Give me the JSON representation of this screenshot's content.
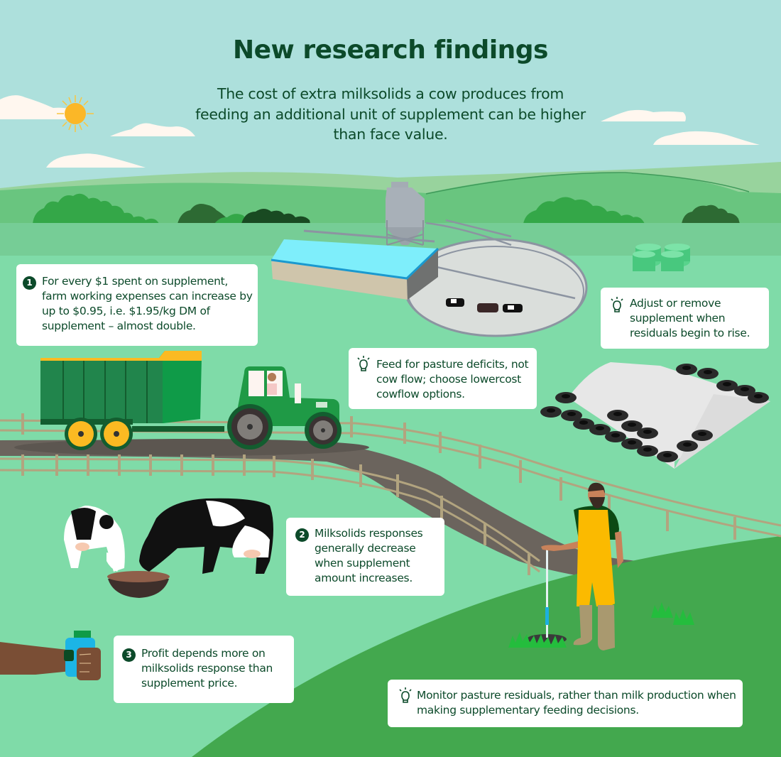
{
  "header": {
    "title": "New research findings",
    "subtitle": "The cost of extra milksolids a cow produces from feeding an additional unit of supplement can be higher than face value."
  },
  "findings": [
    {
      "number": "1",
      "icon": "numbered-badge",
      "text": "For every $1 spent on supplement, farm working expenses can increase by up to $0.95, i.e. $1.95/kg DM of supplement – almost double."
    },
    {
      "number": "2",
      "icon": "numbered-badge",
      "text": "Milksolids responses generally decrease when supplement amount increases."
    },
    {
      "number": "3",
      "icon": "numbered-badge",
      "text": "Profit depends more on milksolids response than supplement price."
    }
  ],
  "tips": [
    {
      "icon": "lightbulb-icon",
      "text": "Feed for pasture deficits, not cow flow; choose lowercost cowflow options."
    },
    {
      "icon": "lightbulb-icon",
      "text": "Adjust or remove supplement when residuals begin to rise."
    },
    {
      "icon": "lightbulb-icon",
      "text": "Monitor pasture residuals, rather than milk production when making supplementary feeding decisions."
    }
  ],
  "colors": {
    "sky": "#ade0dc",
    "text": "#0c4a2a",
    "pasture_light": "#7fdba8",
    "pasture_dark": "#43a84e",
    "road": "#6b645d",
    "tractor": "#1f9a46",
    "accent_yellow": "#fbba22"
  },
  "illustrations": [
    "sun",
    "clouds",
    "hills",
    "trees",
    "silo",
    "feed-pad-shed",
    "rotary-yard",
    "cows-walking",
    "silage-bales",
    "tractor-with-feed-wagon",
    "farmer-driver",
    "silage-stack-with-tyres",
    "cows-eating",
    "feed-bin",
    "farmer-with-plate-meter",
    "hand-holding-wallet",
    "grass-tufts",
    "fences",
    "road"
  ]
}
